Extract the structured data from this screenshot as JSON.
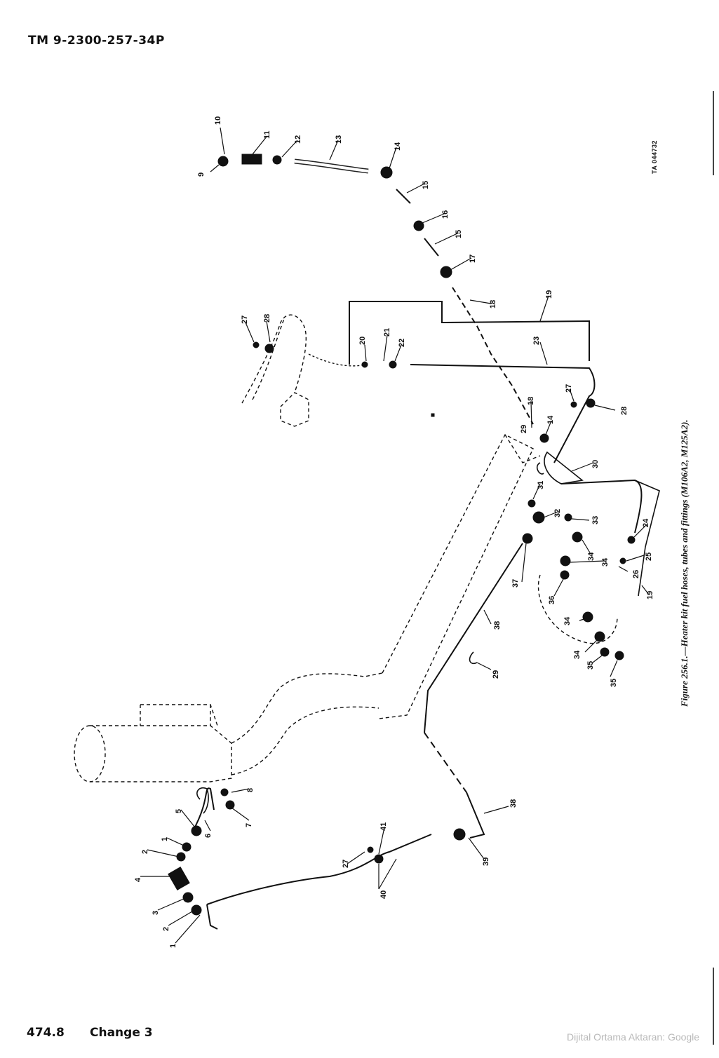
{
  "header": {
    "doc_id": "TM 9-2300-257-34P"
  },
  "footer": {
    "page_number": "474.8",
    "change": "Change 3",
    "watermark": "Dijital Ortama Aktaran: Google"
  },
  "figure": {
    "code": "TA 044732",
    "caption": "Figure 256.1.—Heater kit fuel hoses, tubes and fittings (M106A2, M125A2).",
    "callouts": [
      {
        "id": "c1",
        "text": "1"
      },
      {
        "id": "c2a",
        "text": "2"
      },
      {
        "id": "c3",
        "text": "3"
      },
      {
        "id": "c2b",
        "text": "2"
      },
      {
        "id": "c4",
        "text": "4"
      },
      {
        "id": "c1b",
        "text": "1"
      },
      {
        "id": "c5",
        "text": "5"
      },
      {
        "id": "c6",
        "text": "6"
      },
      {
        "id": "c7",
        "text": "7"
      },
      {
        "id": "c8",
        "text": "8"
      },
      {
        "id": "c9",
        "text": "9"
      },
      {
        "id": "c10",
        "text": "10"
      },
      {
        "id": "c11",
        "text": "11"
      },
      {
        "id": "c12",
        "text": "12"
      },
      {
        "id": "c13",
        "text": "13"
      },
      {
        "id": "c14",
        "text": "14"
      },
      {
        "id": "c15a",
        "text": "15"
      },
      {
        "id": "c16",
        "text": "16"
      },
      {
        "id": "c15b",
        "text": "15"
      },
      {
        "id": "c17",
        "text": "17"
      },
      {
        "id": "c18a",
        "text": "18"
      },
      {
        "id": "c19a",
        "text": "19"
      },
      {
        "id": "c20",
        "text": "20"
      },
      {
        "id": "c21",
        "text": "21"
      },
      {
        "id": "c22",
        "text": "22"
      },
      {
        "id": "c23",
        "text": "23"
      },
      {
        "id": "c27a",
        "text": "27"
      },
      {
        "id": "c28a",
        "text": "28"
      },
      {
        "id": "c18b",
        "text": "18"
      },
      {
        "id": "c27b",
        "text": "27"
      },
      {
        "id": "c28b",
        "text": "28"
      },
      {
        "id": "c29a",
        "text": "29"
      },
      {
        "id": "c14b",
        "text": "14"
      },
      {
        "id": "c30",
        "text": "30"
      },
      {
        "id": "c31",
        "text": "31"
      },
      {
        "id": "c32",
        "text": "32"
      },
      {
        "id": "c33",
        "text": "33"
      },
      {
        "id": "c24",
        "text": "24"
      },
      {
        "id": "c25",
        "text": "25"
      },
      {
        "id": "c26",
        "text": "26"
      },
      {
        "id": "c19b",
        "text": "19"
      },
      {
        "id": "c37",
        "text": "37"
      },
      {
        "id": "c34a",
        "text": "34"
      },
      {
        "id": "c34b",
        "text": "34"
      },
      {
        "id": "c36",
        "text": "36"
      },
      {
        "id": "c34c",
        "text": "34"
      },
      {
        "id": "c34d",
        "text": "34"
      },
      {
        "id": "c35a",
        "text": "35"
      },
      {
        "id": "c35b",
        "text": "35"
      },
      {
        "id": "c38a",
        "text": "38"
      },
      {
        "id": "c29b",
        "text": "29"
      },
      {
        "id": "c38b",
        "text": "38"
      },
      {
        "id": "c39",
        "text": "39"
      },
      {
        "id": "c41",
        "text": "41"
      },
      {
        "id": "c27c",
        "text": "27"
      },
      {
        "id": "c40",
        "text": "40"
      }
    ]
  }
}
